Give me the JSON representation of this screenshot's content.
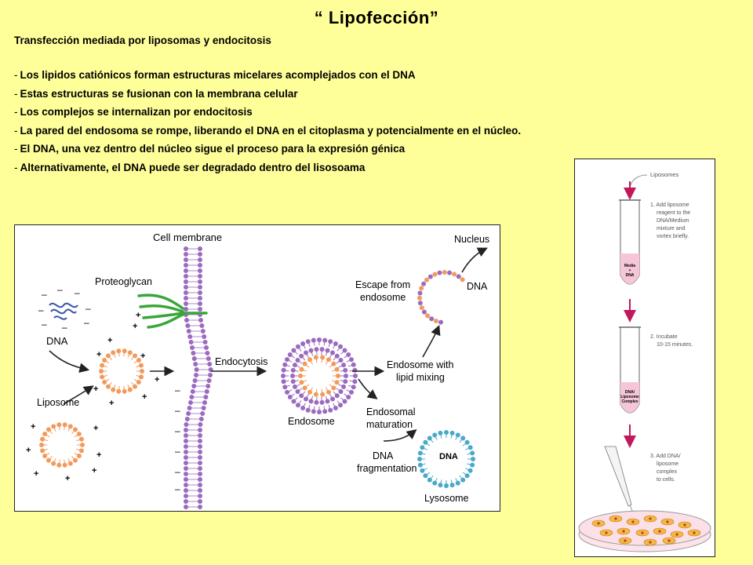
{
  "slide": {
    "title": "“ Lipofección”",
    "subtitle": "Transfección  mediada por liposomas y endocitosis",
    "bullets": [
      "Los lipidos catiónicos forman estructuras micelares acomplejados con el DNA",
      "Estas estructuras se fusionan con la membrana celular",
      "Los complejos se internalizan por endocitosis",
      "La pared del endosoma se rompe, liberando el DNA en el citoplasma y potencialmente en el núcleo.",
      "El  DNA, una vez dentro del núcleo sigue el proceso para la expresión génica",
      "Alternativamente, el DNA puede ser degradado dentro del lisosoama"
    ],
    "bullet_marker": "-"
  },
  "diagram_left": {
    "labels": {
      "cell_membrane": "Cell membrane",
      "proteoglycan": "Proteoglycan",
      "dna": "DNA",
      "liposome": "Liposome",
      "endocytosis": "Endocytosis",
      "endosome": "Endosome",
      "escape_line1": "Escape from",
      "escape_line2": "endosome",
      "nucleus": "Nucleus",
      "dna_escape": "DNA",
      "mixing_line1": "Endosome with",
      "mixing_line2": "lipid mixing",
      "maturation_line1": "Endosomal",
      "maturation_line2": "maturation",
      "frag_line1": "DNA",
      "frag_line2": "fragmentation",
      "lysosome": "Lysosome",
      "dna_lysosome": "DNA"
    },
    "colors": {
      "liposome": "#f29a5c",
      "membrane": "#9b6bbf",
      "proteoglycan": "#3aa63a",
      "dna": "#3a55a8",
      "lysosome": "#49a9c9"
    }
  },
  "diagram_right": {
    "liposomes_label": "Liposomes",
    "step1": [
      "1. Add liposome",
      "reagent to the",
      "DNA/Medium",
      "mixture and",
      "vortex briefly."
    ],
    "tube1_label": [
      "Media",
      "+",
      "DNA"
    ],
    "step2": [
      "2. Incubate",
      "10-15 minutes."
    ],
    "tube2_label": [
      "DNA/",
      "Liposome",
      "Complex"
    ],
    "step3": [
      "3. Add DNA/",
      "liposome",
      "complex",
      "to cells."
    ],
    "colors": {
      "arrow": "#c2185b",
      "tube_fill": "#f6c6d8",
      "cells": "#f4b942"
    }
  }
}
